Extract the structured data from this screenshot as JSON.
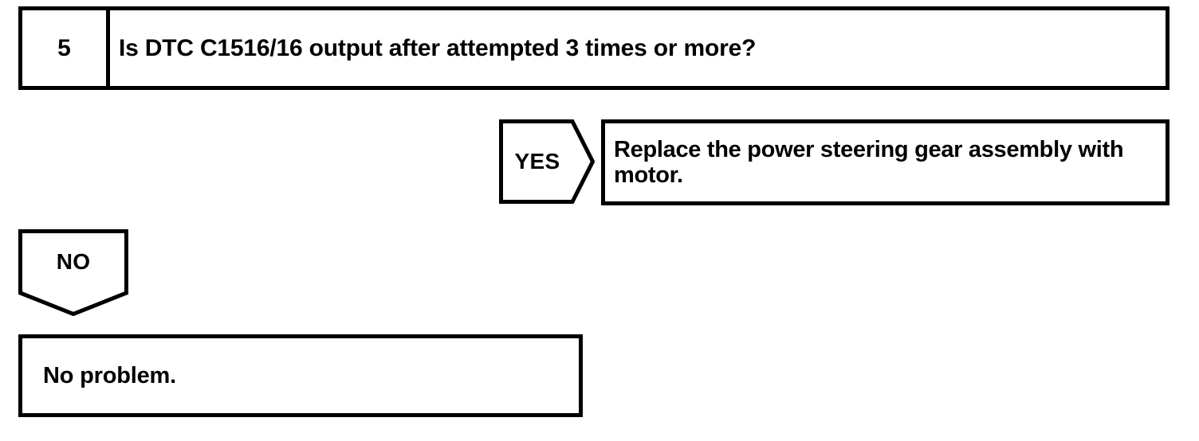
{
  "document": {
    "type": "diagnostic-troubleshooting-flowchart",
    "background_color": "#ffffff",
    "line_color": "#000000",
    "text_color": "#000000"
  },
  "step": {
    "number": "5",
    "question": "Is DTC C1516/16 output after attempted 3 times or more?"
  },
  "branches": {
    "yes": {
      "label": "YES",
      "shape": "pentagon-arrow-right",
      "result": {
        "line1": "Replace the power steering gear assembly with",
        "line2": "motor."
      }
    },
    "no": {
      "label": "NO",
      "shape": "pentagon-arrow-down",
      "result": {
        "line1": "No problem."
      }
    }
  }
}
